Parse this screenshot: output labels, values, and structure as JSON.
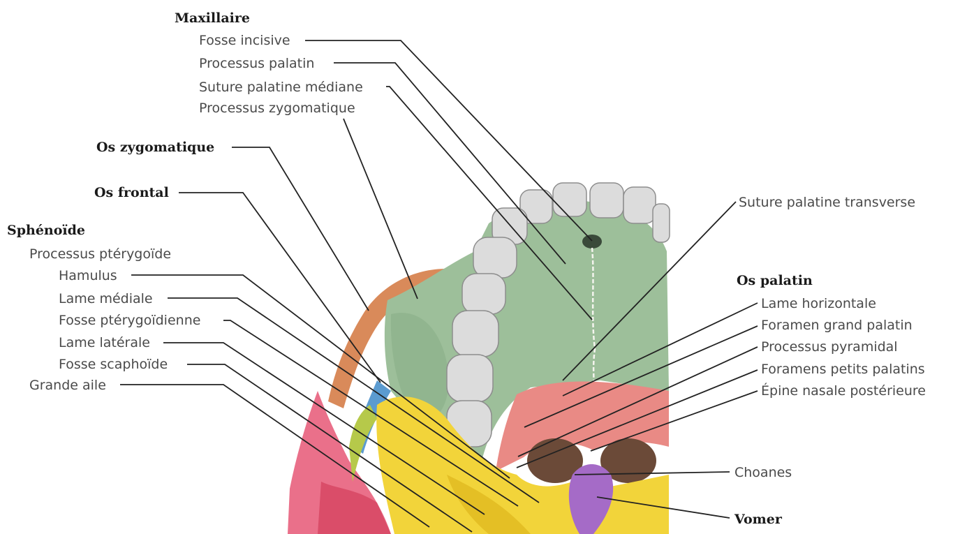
{
  "labels": {
    "maxillaire": "Maxillaire",
    "fosse_incisive": "Fosse incisive",
    "processus_palatin": "Processus palatin",
    "suture_palatine_mediane": "Suture palatine médiane",
    "processus_zygomatique": "Processus zygomatique",
    "os_zygomatique": "Os zygomatique",
    "os_frontal": "Os frontal",
    "sphenoide": "Sphénoïde",
    "processus_pterygoide": "Processus ptérygoïde",
    "hamulus": "Hamulus",
    "lame_mediale": "Lame médiale",
    "fosse_pterygoidienne": "Fosse ptérygoïdienne",
    "lame_laterale": "Lame latérale",
    "fosse_scaphoide": "Fosse scaphoïde",
    "grande_aile": "Grande aile",
    "suture_palatine_transverse": "Suture palatine transverse",
    "os_palatin": "Os palatin",
    "lame_horizontale": "Lame horizontale",
    "foramen_grand_palatin": "Foramen grand palatin",
    "processus_pyramidal": "Processus pyramidal",
    "foramens_petits_palatins": "Foramens petits palatins",
    "epine_nasale_posterieure": "Épine nasale postérieure",
    "choanes": "Choanes",
    "vomer": "Vomer"
  },
  "colors": {
    "maxilla": "#9dbf9a",
    "palatine": "#e98a85",
    "sphenoid": "#f2d43a",
    "zygomatic": "#d98a5a",
    "frontal": "#5b9bd0",
    "temporal": "#e8607d",
    "vomer": "#a56bc7",
    "teeth": "#dcdcdc"
  }
}
